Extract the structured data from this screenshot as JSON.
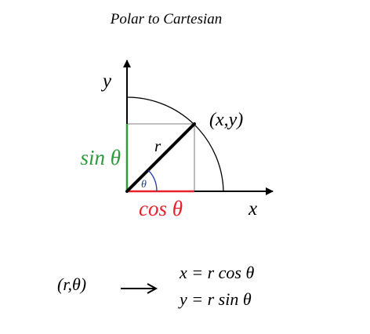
{
  "title": "Polar to Cartesian",
  "diagram": {
    "y_axis_label": "y",
    "x_axis_label": "x",
    "point_label": "(x,y)",
    "radius_label": "r",
    "angle_label": "θ",
    "sin_label": "sin θ",
    "cos_label": "cos θ"
  },
  "colors": {
    "sin": "#2e9a3c",
    "cos": "#e8202a",
    "angle_arc": "#1f3f9e",
    "axes": "#000000",
    "guides": "#9a9a9a"
  },
  "conversion": {
    "polar": "(r,θ)",
    "arrow": "⟶",
    "x_formula": "x = r cos θ",
    "y_formula": "y = r sin θ"
  }
}
